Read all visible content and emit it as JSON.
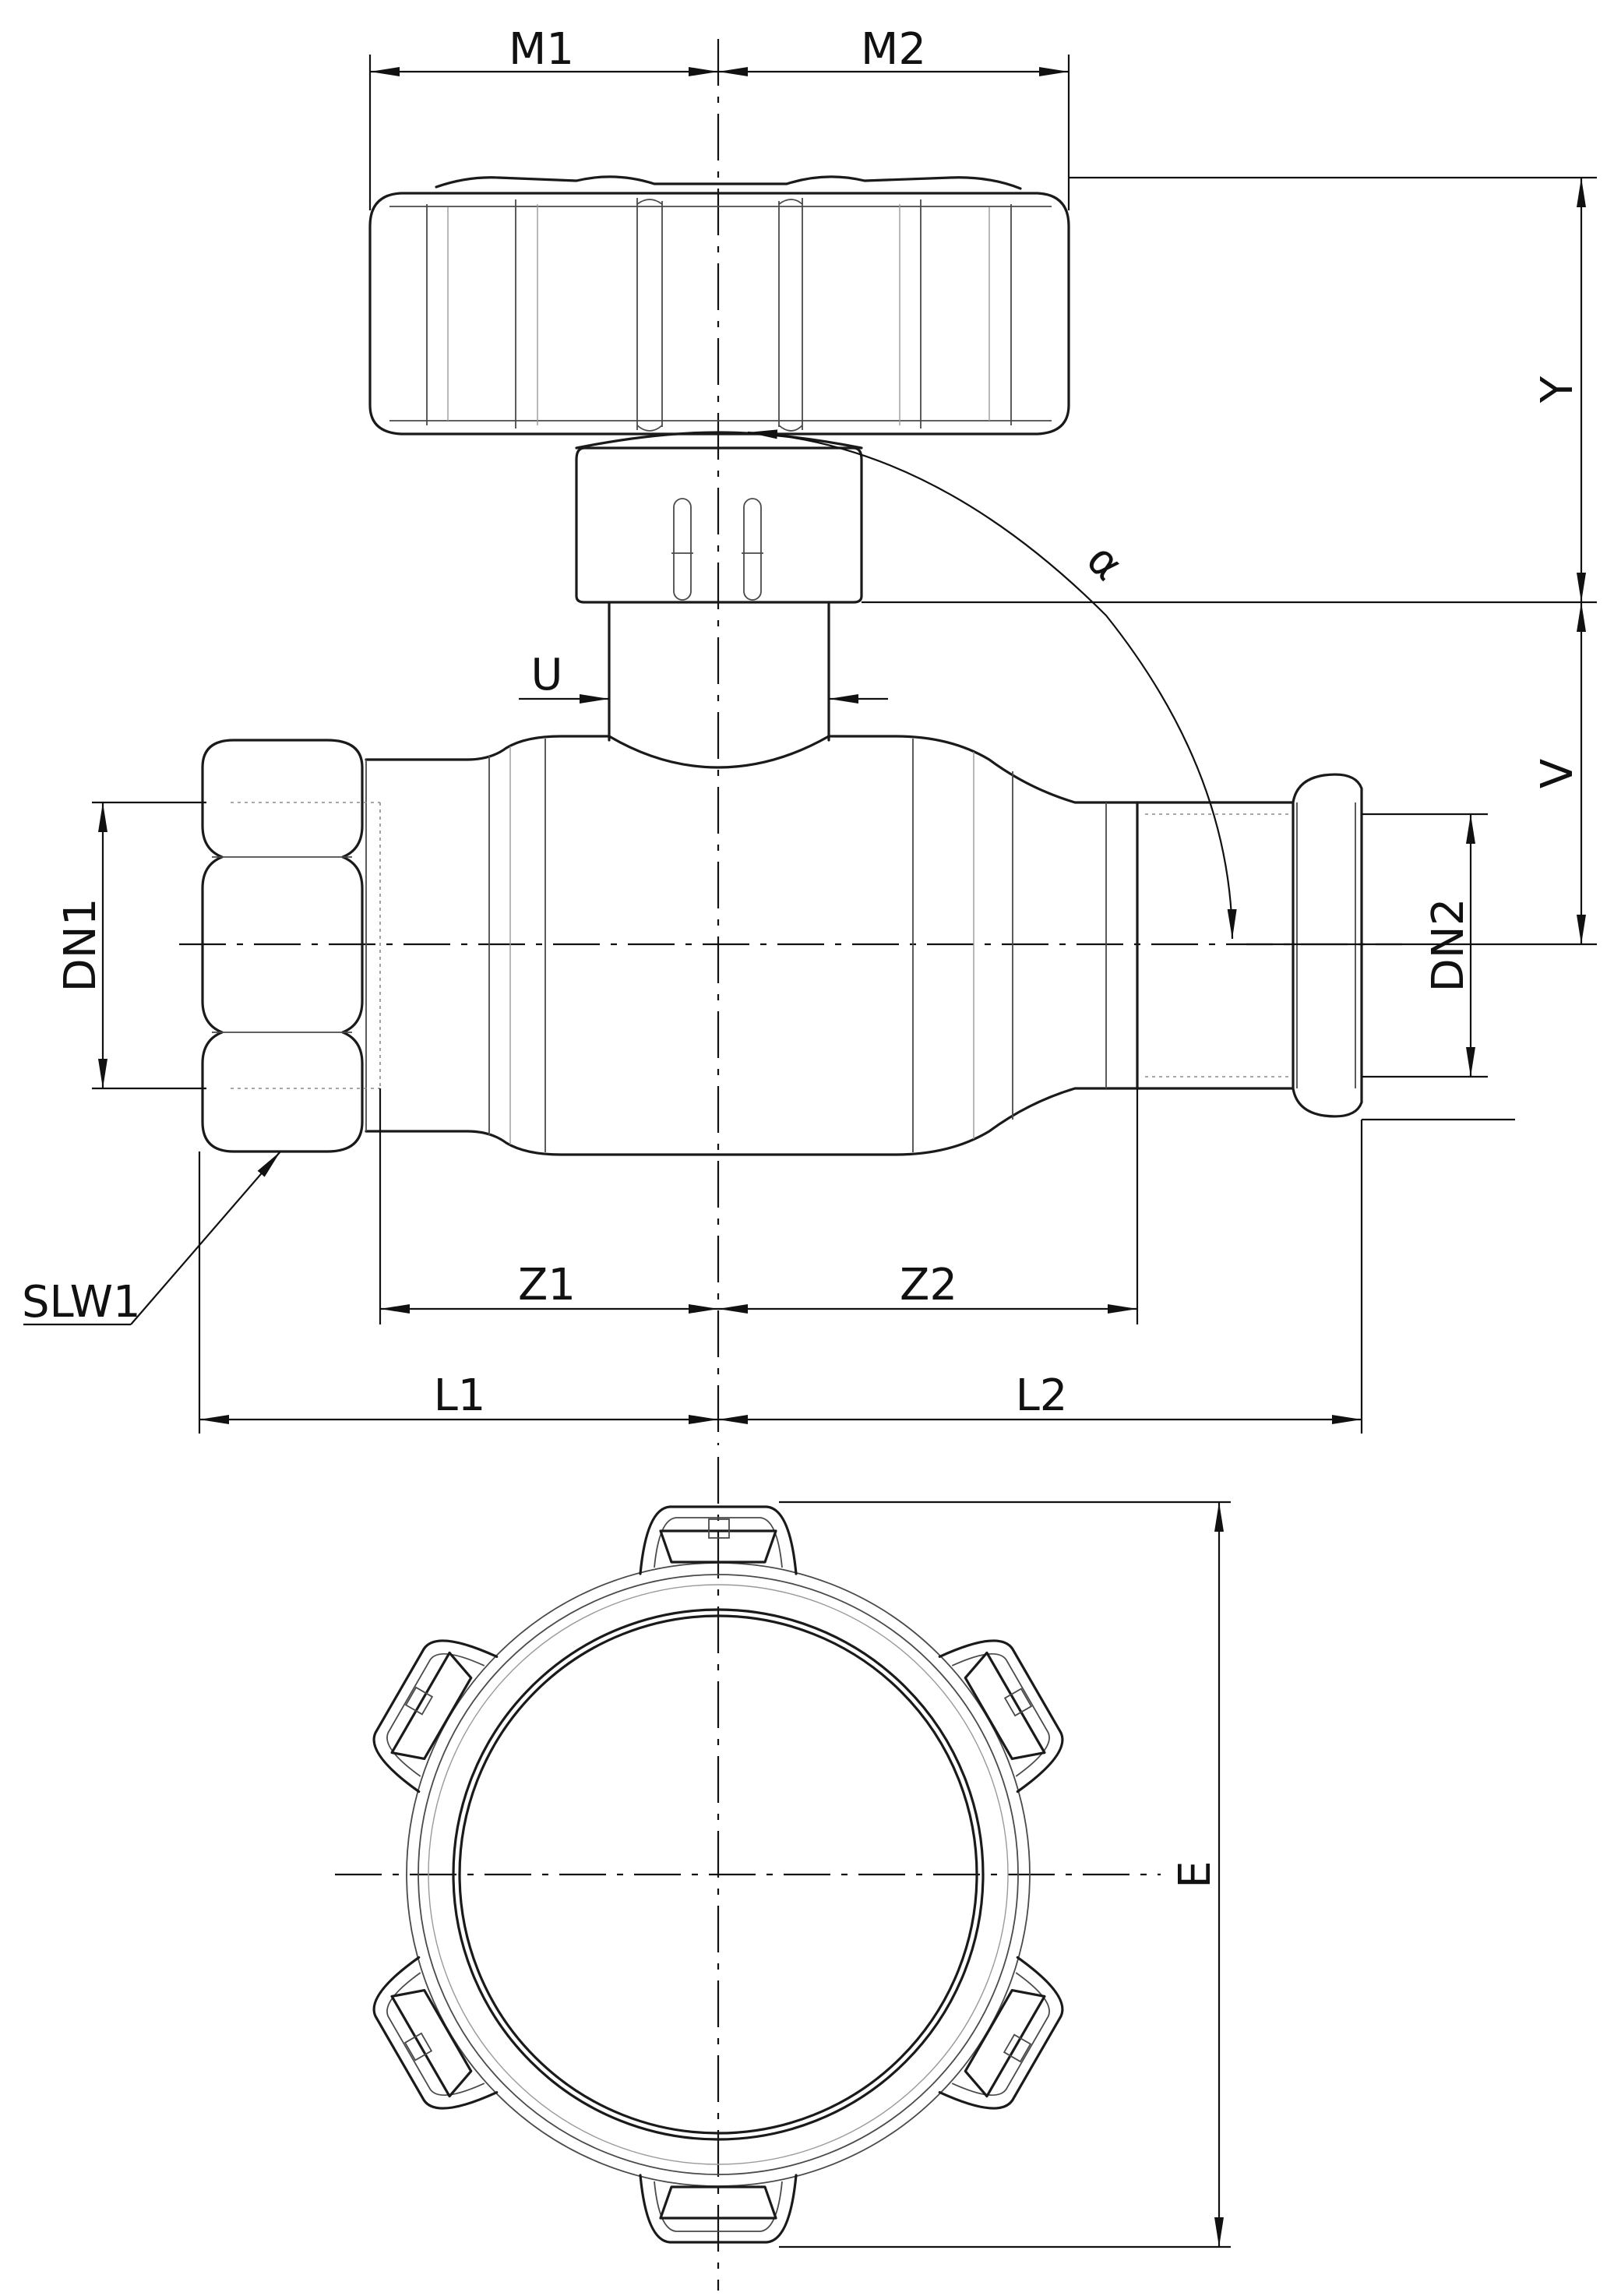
{
  "dimensions": {
    "m1": "M1",
    "m2": "M2",
    "y": "Y",
    "v": "V",
    "u": "U",
    "alpha": "α",
    "dn1": "DN1",
    "dn2": "DN2",
    "slw1": "SLW1",
    "z1": "Z1",
    "z2": "Z2",
    "l1": "L1",
    "l2": "L2",
    "e": "E"
  }
}
